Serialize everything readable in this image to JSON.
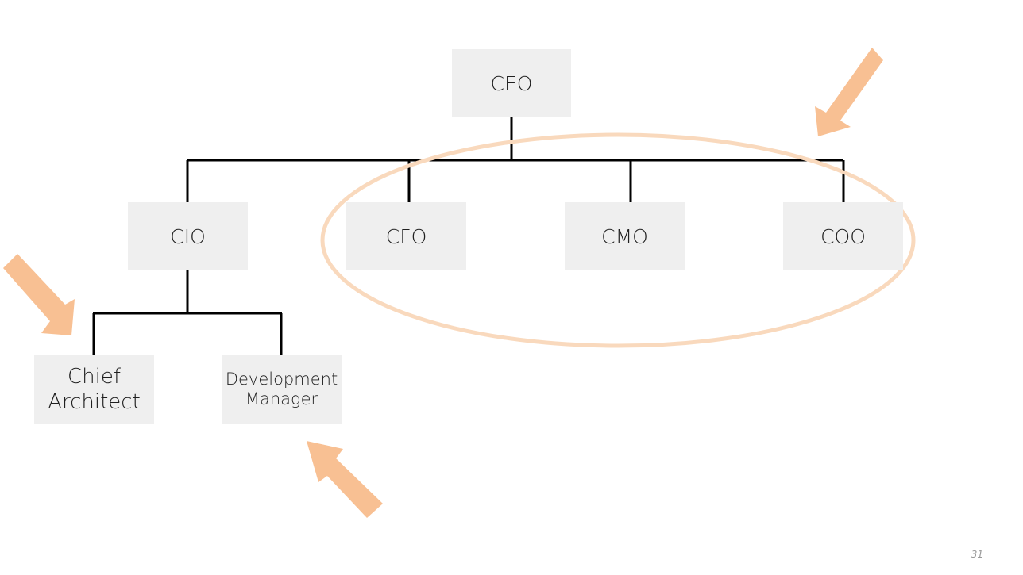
{
  "org_chart": {
    "ceo": "CEO",
    "cio": "CIO",
    "cfo": "CFO",
    "cmo": "CMO",
    "coo": "COO",
    "chief_architect": "Chief Architect",
    "development_manager": "Development Manager"
  },
  "page_number": "31",
  "colors": {
    "box_fill": "#efefef",
    "connector": "#000000",
    "highlight_ellipse": "#f9d9bd",
    "arrow": "#f8c093"
  }
}
